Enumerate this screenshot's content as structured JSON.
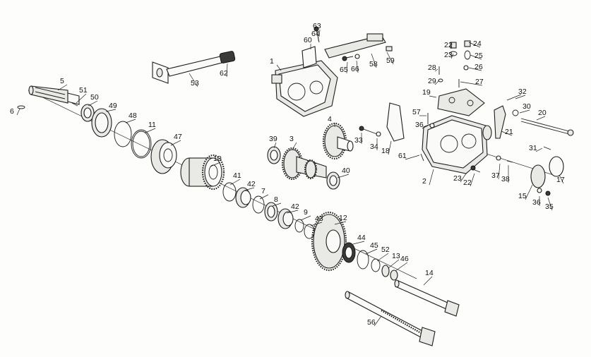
{
  "labels": [
    {
      "t": "63"
    },
    {
      "t": "64"
    },
    {
      "t": "60"
    },
    {
      "t": "1"
    },
    {
      "t": "65"
    },
    {
      "t": "66"
    },
    {
      "t": "58"
    },
    {
      "t": "59"
    },
    {
      "t": "62"
    },
    {
      "t": "53"
    },
    {
      "t": "5"
    },
    {
      "t": "51"
    },
    {
      "t": "50"
    },
    {
      "t": "49"
    },
    {
      "t": "6"
    },
    {
      "t": "48"
    },
    {
      "t": "11"
    },
    {
      "t": "47"
    },
    {
      "t": "10"
    },
    {
      "t": "39"
    },
    {
      "t": "3"
    },
    {
      "t": "4"
    },
    {
      "t": "40"
    },
    {
      "t": "41"
    },
    {
      "t": "42"
    },
    {
      "t": "7"
    },
    {
      "t": "8"
    },
    {
      "t": "42"
    },
    {
      "t": "9"
    },
    {
      "t": "43"
    },
    {
      "t": "12"
    },
    {
      "t": "44"
    },
    {
      "t": "45"
    },
    {
      "t": "52"
    },
    {
      "t": "13"
    },
    {
      "t": "46"
    },
    {
      "t": "14"
    },
    {
      "t": "56"
    },
    {
      "t": "22"
    },
    {
      "t": "24"
    },
    {
      "t": "23"
    },
    {
      "t": "25"
    },
    {
      "t": "28"
    },
    {
      "t": "26"
    },
    {
      "t": "29"
    },
    {
      "t": "27"
    },
    {
      "t": "19"
    },
    {
      "t": "32"
    },
    {
      "t": "30"
    },
    {
      "t": "20"
    },
    {
      "t": "57"
    },
    {
      "t": "36"
    },
    {
      "t": "21"
    },
    {
      "t": "33"
    },
    {
      "t": "34"
    },
    {
      "t": "18"
    },
    {
      "t": "61"
    },
    {
      "t": "31"
    },
    {
      "t": "2"
    },
    {
      "t": "23"
    },
    {
      "t": "22"
    },
    {
      "t": "37"
    },
    {
      "t": "38"
    },
    {
      "t": "15"
    },
    {
      "t": "17"
    },
    {
      "t": "36"
    },
    {
      "t": "35"
    }
  ]
}
